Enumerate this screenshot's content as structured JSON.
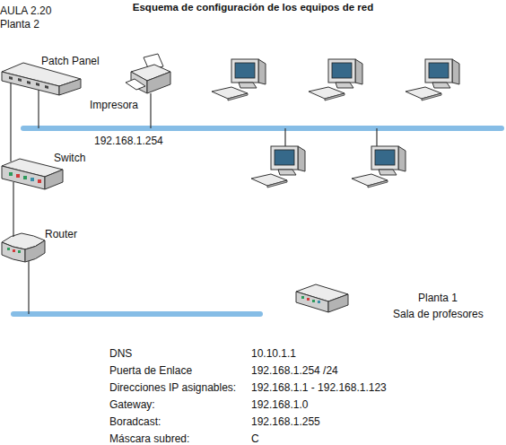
{
  "diagram": {
    "title": "Esquema de configuración de los equipos de red",
    "nodes": [
      {
        "text": [
          "Patch Panel"
        ]
      },
      {
        "text": [
          "Impresora"
        ]
      },
      {
        "text": [
          "Switch"
        ]
      },
      {
        "text": [
          "Router"
        ]
      }
    ],
    "edges": [
      {
        "from": 0,
        "to": 2,
        "arrow": "none"
      },
      {
        "from": 2,
        "to": 3,
        "arrow": "none"
      }
    ],
    "labels": [
      "AULA 2.20",
      "Planta 2",
      "192.168.1.254",
      "Planta 1",
      "Sala de profesores",
      "DNS",
      "10.10.1.1",
      "Puerta de Enlace",
      "192.168.1.254 /24",
      "Direcciones IP asignables:",
      "192.168.1.1 - 192.168.1.123",
      "Gateway:",
      "192.168.1.0",
      "Boradcast:",
      "192.168.1.255",
      "Máscara subred:",
      "C"
    ]
  }
}
